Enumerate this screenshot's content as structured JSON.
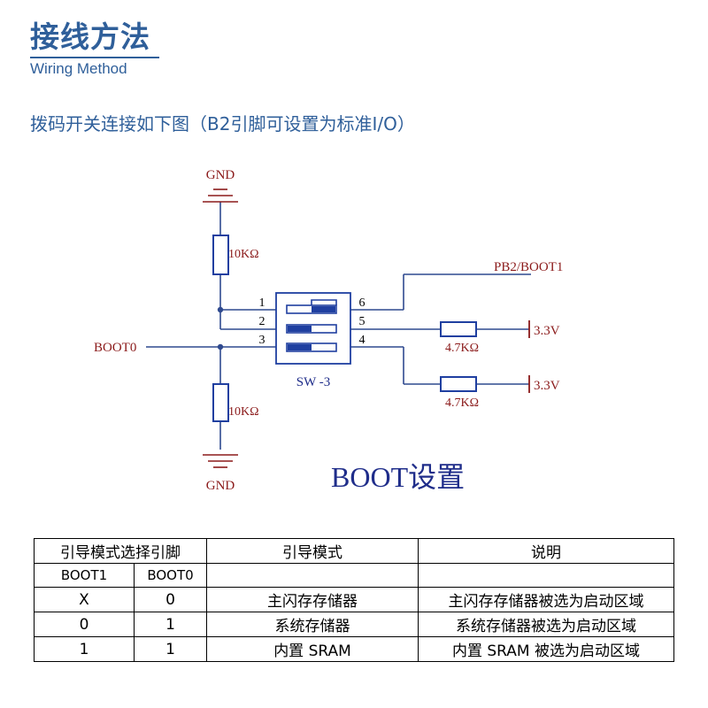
{
  "header": {
    "title": "接线方法",
    "subtitle": "Wiring Method"
  },
  "description": "拨码开关连接如下图（B2引脚可设置为标准I/O）",
  "schematic": {
    "gnd_top": "GND",
    "gnd_bottom": "GND",
    "r_top": "10KΩ",
    "r_bottom": "10KΩ",
    "r_right_top": "4.7KΩ",
    "r_right_bottom": "4.7KΩ",
    "pb2_label": "PB2/BOOT1",
    "boot0_label": "BOOT0",
    "vcc_top": "3.3V",
    "vcc_bottom": "3.3V",
    "switch_label": "SW -3",
    "pin_1": "1",
    "pin_2": "2",
    "pin_3": "3",
    "pin_4": "4",
    "pin_5": "5",
    "pin_6": "6",
    "caption": "BOOT设置",
    "colors": {
      "wire": "#2f4a8f",
      "label": "#8b1a1a",
      "component": "#1f3fa0",
      "caption": "#1f2d8a"
    }
  },
  "table": {
    "header": [
      "引导模式选择引脚",
      "引导模式",
      "说明"
    ],
    "sub_header": [
      "BOOT1",
      "BOOT0"
    ],
    "rows": [
      [
        "X",
        "0",
        "主闪存存储器",
        "主闪存存储器被选为启动区域"
      ],
      [
        "0",
        "1",
        "系统存储器",
        "系统存储器被选为启动区域"
      ],
      [
        "1",
        "1",
        "内置 SRAM",
        "内置 SRAM 被选为启动区域"
      ]
    ]
  }
}
